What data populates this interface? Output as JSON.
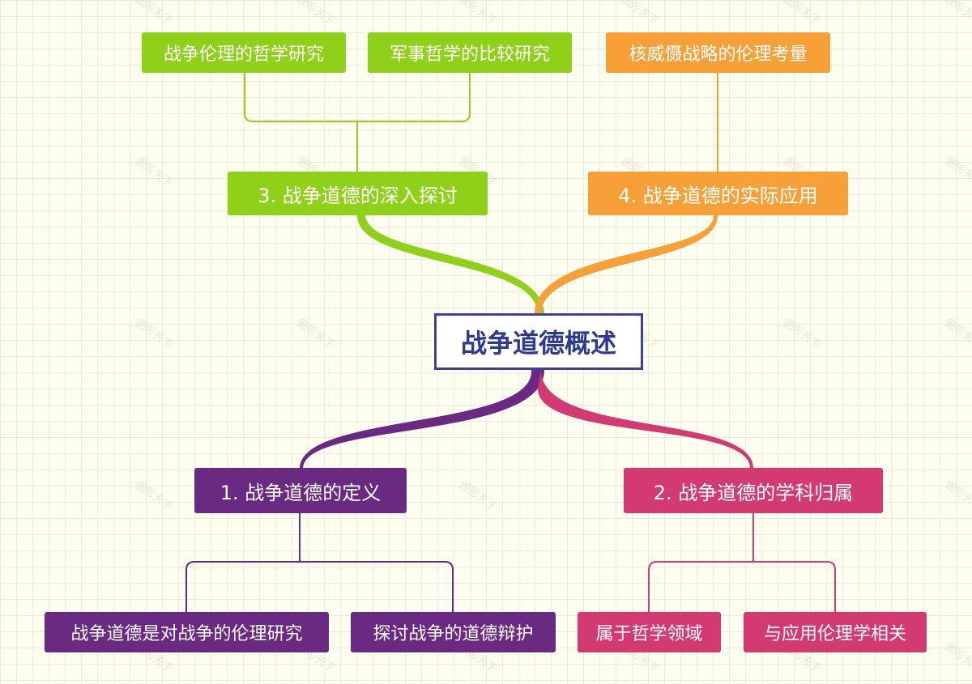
{
  "colors": {
    "green": "#8fd019",
    "orange": "#f7a038",
    "purple": "#6a2a82",
    "pink": "#d43a72",
    "center_border": "#3f3f9c",
    "center_text": "#2e3a92"
  },
  "center": {
    "label": "战争道德概述"
  },
  "branches": {
    "b1": {
      "label": "1. 战争道德的定义",
      "children": [
        "战争道德是对战争的伦理研究",
        "探讨战争的道德辩护"
      ]
    },
    "b2": {
      "label": "2. 战争道德的学科归属",
      "children": [
        "属于哲学领域",
        "与应用伦理学相关"
      ]
    },
    "b3": {
      "label": "3. 战争道德的深入探讨",
      "children": [
        "战争伦理的哲学研究",
        "军事哲学的比较研究"
      ]
    },
    "b4": {
      "label": "4. 战争道德的实际应用",
      "children": [
        "核威慑战略的伦理考量"
      ]
    }
  },
  "watermark": {
    "text": "图形天下"
  }
}
